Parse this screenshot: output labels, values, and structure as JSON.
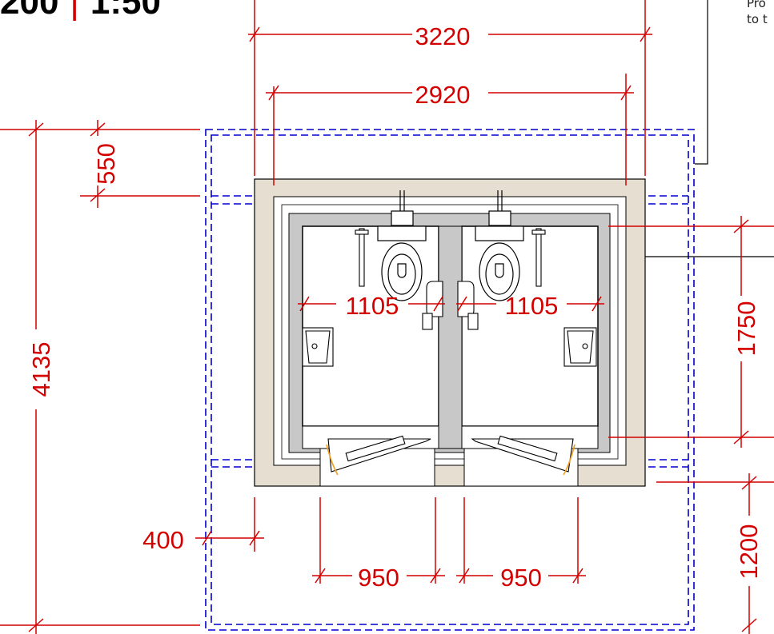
{
  "title": {
    "left": "200",
    "right": "1:50"
  },
  "note": {
    "line1": "Pro",
    "line2": "to t"
  },
  "dimensions": {
    "overall_width": "3220",
    "inner_width": "2920",
    "top_offset": "550",
    "overall_depth": "4135",
    "cubicle_width_left": "1105",
    "cubicle_width_right": "1105",
    "cubicle_depth": "1750",
    "side_offset": "400",
    "door_width_left": "950",
    "door_width_right": "950",
    "front_clearance": "1200"
  },
  "colors": {
    "dimension": "#d40000",
    "wall_fill": "#e6ded0",
    "partition": "#c8c8c8",
    "boundary_dashed": "#0000cc",
    "outline": "#000000",
    "door_swing": "#f0a020"
  },
  "icons": [
    "toilet-icon",
    "washbasin-icon",
    "grab-rail-icon",
    "door-icon",
    "floor-drain-icon"
  ]
}
